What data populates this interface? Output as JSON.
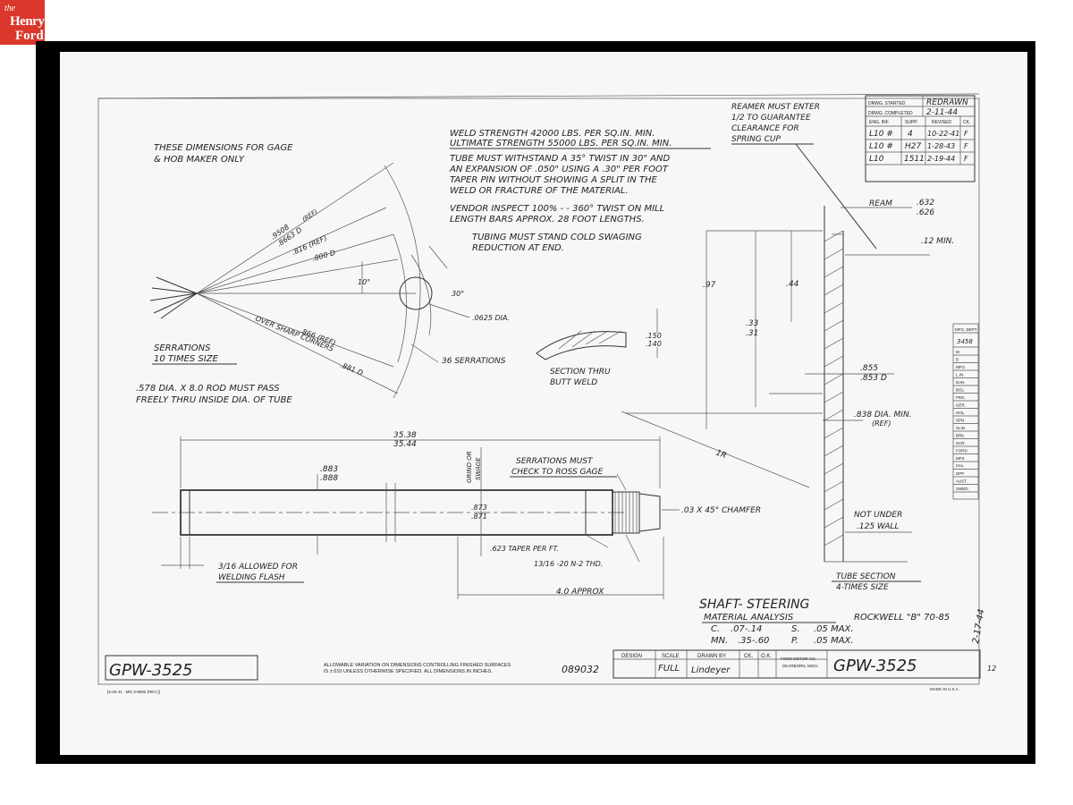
{
  "logo": {
    "line1": "the",
    "line2": "Henry",
    "line3": "Ford"
  },
  "notes": {
    "gage1": "THESE DIMENSIONS FOR GAGE",
    "gage2": "& HOB MAKER ONLY",
    "weld1": "WELD STRENGTH 42000 LBS. PER SQ.IN. MIN.",
    "weld2": "ULTIMATE STRENGTH 55000 LBS. PER SQ.IN. MIN.",
    "tube1": "TUBE MUST WITHSTAND A 35° TWIST IN 30\" AND",
    "tube2": "AN EXPANSION OF .050\" USING A .30\" PER FOOT",
    "tube3": "TAPER PIN WITHOUT SHOWING A SPLIT IN THE",
    "tube4": "WELD OR FRACTURE OF THE MATERIAL.",
    "vendor1": "VENDOR INSPECT 100% - - 360° TWIST ON MILL",
    "vendor2": "LENGTH BARS APPROX. 28 FOOT LENGTHS.",
    "tubing1": "TUBING MUST STAND COLD SWAGING",
    "tubing2": "REDUCTION AT END.",
    "reamer1": "REAMER MUST ENTER",
    "reamer2": "1/2 TO GUARANTEE",
    "reamer3": "CLEARANCE FOR",
    "reamer4": "SPRING CUP",
    "serr1": "SERRATIONS",
    "serr2": "10 TIMES SIZE",
    "rod1": ".578 DIA. X 8.0 ROD MUST PASS",
    "rod2": "FREELY THRU INSIDE DIA. OF TUBE",
    "section1": "SECTION THRU",
    "section2": "BUTT WELD",
    "serrCheck1": "SERRATIONS MUST",
    "serrCheck2": "CHECK TO ROSS GAGE",
    "grind1": "GRIND OR",
    "grind2": "SWAGE",
    "flash1": "3/16 ALLOWED FOR",
    "flash2": "WELDING FLASH",
    "chamfer": ".03 X 45° CHAMFER",
    "taper": ".623 TAPER PER FT.",
    "thread": "13/16 -20 N-2 THD.",
    "approx": "4.0 APPROX",
    "notUnder1": "NOT UNDER",
    "notUnder2": ".125 WALL",
    "tubeSec1": "TUBE SECTION",
    "tubeSec2": "4-TIMES SIZE",
    "serrCount": "36 SERRATIONS",
    "overSharp": "OVER SHARP CORNERS",
    "ream": "REAM",
    "minLabel": ".12 MIN.",
    "minDia1": ".838 DIA. MIN.",
    "minDia2": "(REF)"
  },
  "dims": {
    "d9508": ".9508",
    "d8663": ".8663 D",
    "ref1": "(REF)",
    "d816": ".816 (REF)",
    "d800": ".800 D",
    "deg10": "10°",
    "deg30": "30°",
    "dia0625": ".0625 DIA.",
    "d866": ".866 (REF)",
    "d881": ".881 D",
    "len1": "35.38",
    "len2": "35.44",
    "od1": ".883",
    "od2": ".888",
    "id1": ".873",
    "id2": ".871",
    "w150": ".150",
    "w140": ".140",
    "h97": ".97",
    "h44": ".44",
    "h33": ".33",
    "h31": ".31",
    "r632": ".632",
    "r626": ".626",
    "d855": ".855",
    "d853": ".853 D",
    "rad": "1R"
  },
  "titleBlock": {
    "title": "SHAFT- STEERING",
    "material": "MATERIAL ANALYSIS",
    "rockwell": "ROCKWELL \"B\" 70-85",
    "cLabel": "C.",
    "cVal": ".07-.14",
    "mnLabel": "MN.",
    "mnVal": ".35-.60",
    "sLabel": "S.",
    "sVal": ".05 MAX.",
    "pLabel": "P.",
    "pVal": ".05 MAX.",
    "designHdr": "DESIGN",
    "scaleHdr": "SCALE",
    "drawnHdr": "DRAWN BY",
    "ckHdr": "CK.",
    "okHdr": "O.K.",
    "scaleVal": "FULL",
    "drawnVal": "Lindeyer",
    "company1": "FORD MOTOR CO.",
    "company2": "DEARBORN, MICH.",
    "partNo": "GPW-3525",
    "partNoLeft": "GPW-3525",
    "serial": "089032",
    "allow1": "ALLOWABLE VARIATION ON DIMENSIONS CONTROLLING FINISHED SURFACES",
    "allow2": "IS ±.010 UNLESS OTHERWISE SPECIFIED.   ALL DIMENSIONS IN INCHES.",
    "form": "[3-25-41 - MG   3-8092 (REV.)]",
    "madeIn": "MADE IN U.S.A."
  },
  "revBlock": {
    "started": "DRWG. STARTED",
    "startedVal": "REDRAWN",
    "completed": "DRWG. COMPLETED",
    "completedVal": "2-11-44",
    "engInf": "ENG. INF.",
    "supp": "SUPP.",
    "revised": "REVISED",
    "ck": "CK.",
    "rows": [
      {
        "a": "L10 #",
        "b": "4",
        "c": "10-22-41",
        "d": "F"
      },
      {
        "a": "L10 #",
        "b": "H27",
        "c": "1-28-43",
        "d": "F"
      },
      {
        "a": "L10",
        "b": "1511",
        "c": "2-19-44",
        "d": "F"
      }
    ]
  },
  "sideList": {
    "header": "MFG. DEPT",
    "val": "3458",
    "items": [
      "M",
      "B",
      "MFG.",
      "L.IN.",
      "DAN",
      "BOL.",
      "FRG.",
      "GER.",
      "HOL.",
      "SPN.",
      "SLID.",
      "BRK.",
      "SCR.",
      "FORD",
      "MFX",
      "PPA",
      "DPP",
      "AUST.",
      "SWED."
    ]
  },
  "margin": {
    "date": "2-17-44",
    "code": "12"
  }
}
